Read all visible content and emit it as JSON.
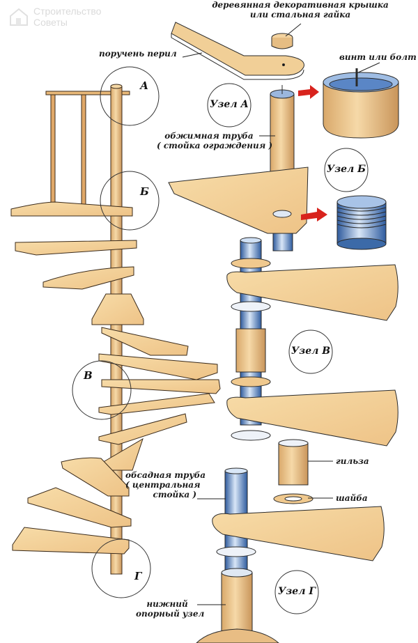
{
  "watermark": {
    "line1": "Строительство",
    "line2": "Советы",
    "icon": "house-icon"
  },
  "labels": {
    "cap": [
      "деревянная декоративная крышка",
      "или стальная гайка"
    ],
    "handrail": "поручень перил",
    "screw": "винт или болт",
    "clamp_tube": [
      "обжимная труба",
      "( стойка ограждения )"
    ],
    "casing_tube": [
      "обсадная труба",
      "( центральная",
      "стойка )"
    ],
    "sleeve": "гильза",
    "washer": "шайба",
    "bottom_support": [
      "нижний",
      "опорный узел"
    ]
  },
  "nodes": {
    "a": "Узел А",
    "b": "Узел Б",
    "v": "Узел В",
    "g": "Узел Г"
  },
  "stair_markers": {
    "a": "А",
    "b": "Б",
    "v": "В",
    "g": "Г"
  },
  "colors": {
    "wood": "#f2cf95",
    "wood_dark": "#d9a86a",
    "wood_light": "#f8e2b8",
    "steel": "#3f6fb5",
    "steel_light": "#cfe0f5",
    "arrow": "#d8231d",
    "outline": "#2a2a2a"
  }
}
